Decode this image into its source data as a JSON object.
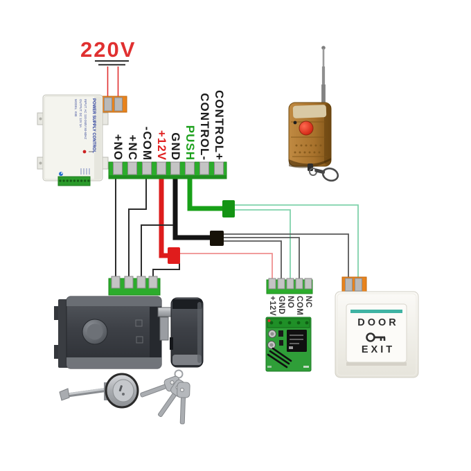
{
  "mains": {
    "voltage": "220V"
  },
  "psu": {
    "title": "POWER SUPPLY CONTROL",
    "spec_lines": [
      "INPUT: AC 110-260V 50-60HZ",
      "OUTPUT: DC 12V 3A",
      "MODEL: K80"
    ]
  },
  "main_terminal_labels": [
    "+NO",
    "+NC",
    "-COM",
    "+12V",
    "GND",
    "PUSH",
    "CONTROL-",
    "CONTROL+"
  ],
  "relay_terminal_labels": [
    "+12V",
    "GND",
    "NO",
    "COM",
    "NC"
  ],
  "exit_button": {
    "line1": "DOOR",
    "line2": "EXIT",
    "icon": "key-icon"
  },
  "colors": {
    "mains_red": "#e03030",
    "label_red": "#e02020",
    "label_green": "#1ca01c",
    "terminal_green": "#2cac2c",
    "joint_green": "#149414",
    "wire_red": "#dd1c1c",
    "wire_black": "#141414",
    "wire_green": "#18a018",
    "wire_teal": "#7fd2ab",
    "wire_gray": "#575757",
    "wire_lightred": "#ef8f8f",
    "connector_orange": "#e8831d",
    "pin_gray": "#b9b9b9",
    "exit_teal": "#3fb3a3",
    "pcb_green": "#2f9e38"
  }
}
